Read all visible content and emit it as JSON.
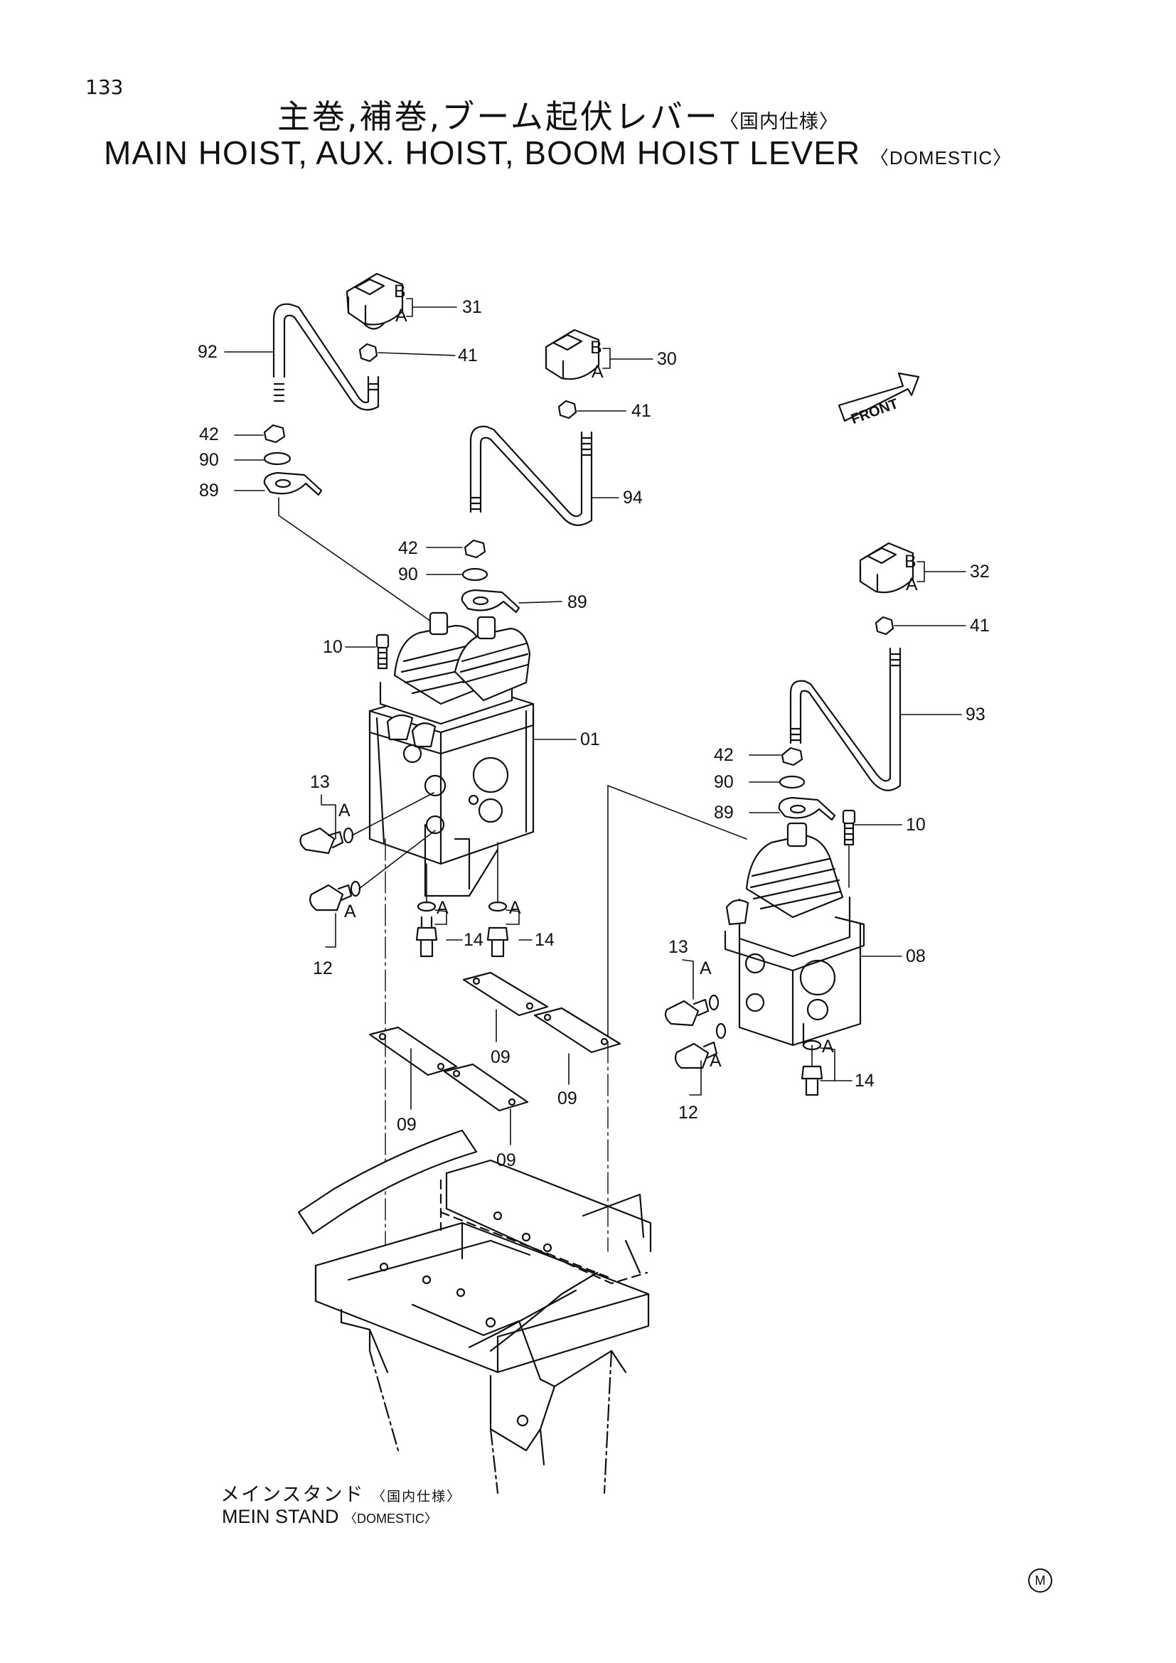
{
  "page": {
    "number": "133",
    "title_jp": "主巻,補巻,ブーム起伏レバー",
    "title_jp_note": "〈国内仕様〉",
    "title_en": "MAIN HOIST, AUX. HOIST, BOOM HOIST LEVER",
    "title_en_note": "〈DOMESTIC〉",
    "footer_mark": "M"
  },
  "stand": {
    "label_jp": "メインスタンド",
    "label_jp_note": "〈国内仕様〉",
    "label_en": "MEIN STAND",
    "label_en_note": "〈DOMESTIC〉"
  },
  "front_label": "FRONT",
  "callouts": {
    "p31": "31",
    "p30": "30",
    "p32": "32",
    "p41a": "41",
    "p41b": "41",
    "p41c": "41",
    "p92": "92",
    "p94": "94",
    "p93": "93",
    "p42a": "42",
    "p42b": "42",
    "p42c": "42",
    "p90a": "90",
    "p90b": "90",
    "p90c": "90",
    "p89a": "89",
    "p89b": "89",
    "p89c": "89",
    "p10a": "10",
    "p10b": "10",
    "p01": "01",
    "p08": "08",
    "p13a": "13",
    "p13b": "13",
    "p12a": "12",
    "p12b": "12",
    "p14a": "14",
    "p14b": "14",
    "p14c": "14",
    "p09a": "09",
    "p09b": "09",
    "p09c": "09",
    "p09d": "09"
  },
  "subletters": {
    "a": "A",
    "b": "B"
  }
}
